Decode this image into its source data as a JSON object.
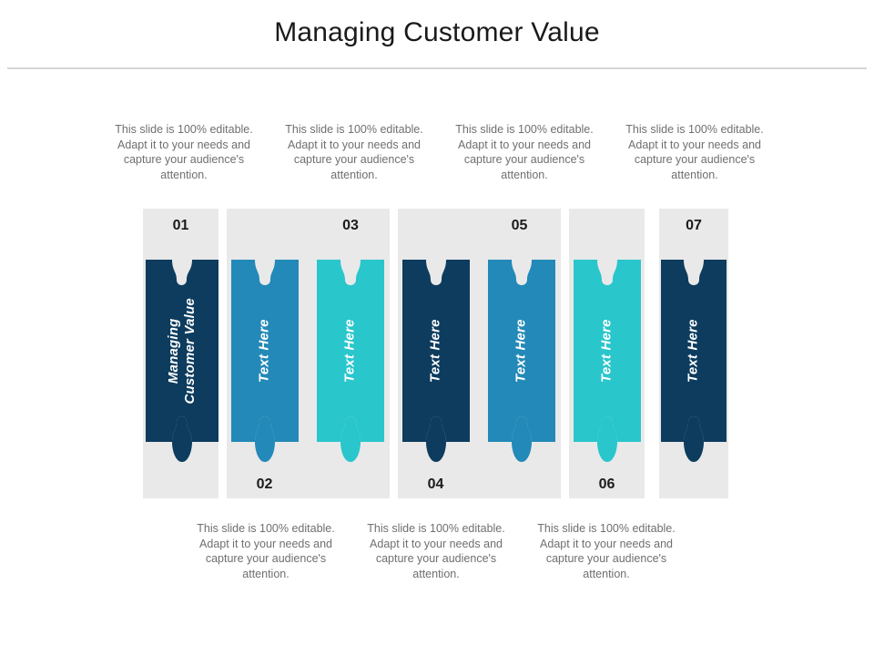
{
  "slide": {
    "title": "Managing Customer Value",
    "background_color": "#ffffff",
    "rule_color": "#d6d6d6"
  },
  "palette": {
    "navy": "#0d3c5e",
    "blue": "#2389b8",
    "teal": "#29c6cc",
    "panel_gray": "#e9e9e9",
    "caption_gray": "#6f6f6f",
    "number_black": "#1b1b1b",
    "label_white": "#ffffff"
  },
  "boilerplate": "This slide is 100%\neditable. Adapt it to your\nneeds and capture your\naudience's attention.",
  "captions_top": [
    {
      "id": "caption-top-1",
      "text": "This slide is 100% editable. Adapt it to your needs and capture your audience's attention."
    },
    {
      "id": "caption-top-2",
      "text": "This slide is 100% editable. Adapt it to your needs and capture your audience's attention."
    },
    {
      "id": "caption-top-3",
      "text": "This slide is 100% editable. Adapt it to your needs and capture your audience's attention."
    },
    {
      "id": "caption-top-4",
      "text": "This slide is 100% editable. Adapt it to your needs and capture your audience's attention."
    }
  ],
  "captions_bottom": [
    {
      "id": "caption-bottom-1",
      "text": "This slide is 100% editable. Adapt it to your needs and capture your audience's attention."
    },
    {
      "id": "caption-bottom-2",
      "text": "This slide is 100% editable. Adapt it to your needs and capture your audience's attention."
    },
    {
      "id": "caption-bottom-3",
      "text": "This slide is 100% editable. Adapt it to your needs and capture your audience's attention."
    }
  ],
  "numbers": {
    "n01": "01",
    "n02": "02",
    "n03": "03",
    "n04": "04",
    "n05": "05",
    "n06": "06",
    "n07": "07"
  },
  "bars": [
    {
      "id": "bar-1",
      "label": "Managing\nCustomer Value",
      "color": "#0d3c5e",
      "number": "01",
      "lines": 2
    },
    {
      "id": "bar-2",
      "label": "Text Here",
      "color": "#2389b8",
      "number": "02",
      "lines": 1
    },
    {
      "id": "bar-3",
      "label": "Text Here",
      "color": "#29c6cc",
      "number": "03",
      "lines": 1
    },
    {
      "id": "bar-4",
      "label": "Text Here",
      "color": "#0d3c5e",
      "number": "04",
      "lines": 1
    },
    {
      "id": "bar-5",
      "label": "Text Here",
      "color": "#2389b8",
      "number": "05",
      "lines": 1
    },
    {
      "id": "bar-6",
      "label": "Text Here",
      "color": "#29c6cc",
      "number": "06",
      "lines": 1
    },
    {
      "id": "bar-7",
      "label": "Text Here",
      "color": "#0d3c5e",
      "number": "07",
      "lines": 1
    }
  ]
}
